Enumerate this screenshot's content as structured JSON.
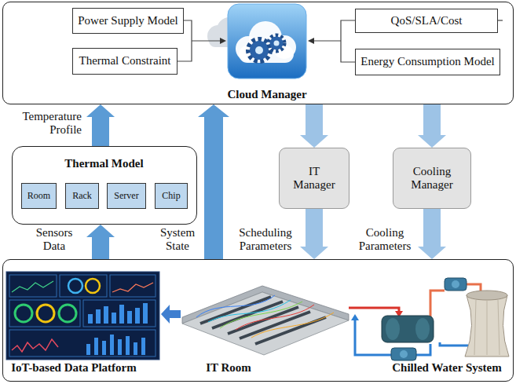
{
  "diagram": {
    "nodes": [
      {
        "text": [
          "Cloud Manager"
        ]
      },
      {
        "text": [
          "Power Supply Model"
        ],
        "in": 0
      },
      {
        "text": [
          "Thermal Constraint"
        ],
        "in": 0
      },
      {
        "text": [
          "QoS/SLA/Cost"
        ],
        "in": 0
      },
      {
        "text": [
          "Energy Consumption Model"
        ],
        "in": 0
      },
      {
        "text": [
          "Thermal Model"
        ]
      },
      {
        "text": [
          "Room"
        ],
        "in": 5
      },
      {
        "text": [
          "Rack"
        ],
        "in": 5
      },
      {
        "text": [
          "Server"
        ],
        "in": 5
      },
      {
        "text": [
          "Chip"
        ],
        "in": 5
      },
      {
        "text": [
          "IT Manager"
        ]
      },
      {
        "text": [
          "Cooling Manager"
        ]
      },
      {
        "text": [
          "IoT-based Data Platform",
          "IT Room",
          "Chilled Water System"
        ]
      }
    ],
    "edges": [
      {
        "from": 5,
        "to": 0,
        "arrow": "to",
        "label": "Temperature Profile"
      },
      {
        "from": 12,
        "to": 5,
        "arrow": "to",
        "label": "Sensors Data"
      },
      {
        "from": 12,
        "to": 0,
        "arrow": "to",
        "label": "System State"
      },
      {
        "from": 0,
        "to": 10,
        "arrow": "to"
      },
      {
        "from": 0,
        "to": 11,
        "arrow": "to"
      },
      {
        "from": 10,
        "to": 12,
        "arrow": "to",
        "label": "Scheduling Parameters"
      },
      {
        "from": 11,
        "to": 12,
        "arrow": "to",
        "label": "Cooling Parameters"
      }
    ]
  }
}
